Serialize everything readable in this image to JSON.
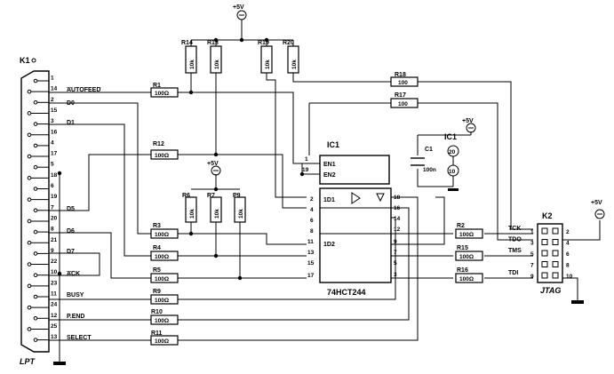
{
  "colors": {
    "wire": "#000000",
    "background": "#ffffff"
  },
  "supply_label": "+5V",
  "k1": {
    "ref": "K1",
    "name": "LPT",
    "pins": [
      "1",
      "14",
      "2",
      "15",
      "3",
      "16",
      "4",
      "17",
      "5",
      "18",
      "6",
      "19",
      "7",
      "20",
      "8",
      "21",
      "9",
      "22",
      "10",
      "23",
      "11",
      "24",
      "12",
      "25",
      "13"
    ]
  },
  "signals": {
    "autofeed": "AUTOFEED",
    "d0": "D0",
    "d1": "D1",
    "d5": "D5",
    "d6": "D6",
    "d7": "D7",
    "ack": "ACK",
    "busy": "BUSY",
    "pend": "P.END",
    "select": "SELECT"
  },
  "resistors": {
    "r1": {
      "ref": "R1",
      "value": "100Ω"
    },
    "r2": {
      "ref": "R2",
      "value": "100Ω"
    },
    "r3": {
      "ref": "R3",
      "value": "100Ω"
    },
    "r4": {
      "ref": "R4",
      "value": "100Ω"
    },
    "r5": {
      "ref": "R5",
      "value": "100Ω"
    },
    "r6": {
      "ref": "R6",
      "value": "10k"
    },
    "r7": {
      "ref": "R7",
      "value": "10k"
    },
    "r8": {
      "ref": "P9",
      "value": "10k"
    },
    "r9": {
      "ref": "R9",
      "value": "100Ω"
    },
    "r10": {
      "ref": "R10",
      "value": "100Ω"
    },
    "r11": {
      "ref": "R11",
      "value": "100Ω"
    },
    "r12": {
      "ref": "R12",
      "value": "100Ω"
    },
    "r13": {
      "ref": "R13",
      "value": "10k"
    },
    "r14": {
      "ref": "R14",
      "value": "10k"
    },
    "r15": {
      "ref": "R15",
      "value": "100Ω"
    },
    "r16": {
      "ref": "R16",
      "value": "100Ω"
    },
    "r17": {
      "ref": "R17",
      "value": "100"
    },
    "r18": {
      "ref": "R18",
      "value": "100"
    },
    "r19": {
      "ref": "R19",
      "value": "10k"
    },
    "r20": {
      "ref": "R20",
      "value": "10k"
    }
  },
  "ic1": {
    "ref": "IC1",
    "part": "74HCT244",
    "en1": "EN1",
    "en2": "EN2",
    "d1": "1D1",
    "d2": "1D2",
    "pins_left": [
      "1",
      "19",
      "2",
      "4",
      "6",
      "8",
      "11",
      "13",
      "15",
      "17"
    ],
    "pins_right": [
      "18",
      "16",
      "14",
      "12",
      "9",
      "7",
      "5",
      "3"
    ],
    "pwr_pin_top": "20",
    "pwr_pin_bot": "10"
  },
  "c1": {
    "ref": "C1",
    "value": "100n"
  },
  "k2": {
    "ref": "K2",
    "name": "JTAG",
    "signals": [
      "TCK",
      "TDO",
      "TMS",
      "",
      "TDI"
    ],
    "pins_left": [
      "1",
      "3",
      "5",
      "7",
      "9"
    ],
    "pins_right": [
      "2",
      "4",
      "6",
      "8",
      "10"
    ]
  }
}
